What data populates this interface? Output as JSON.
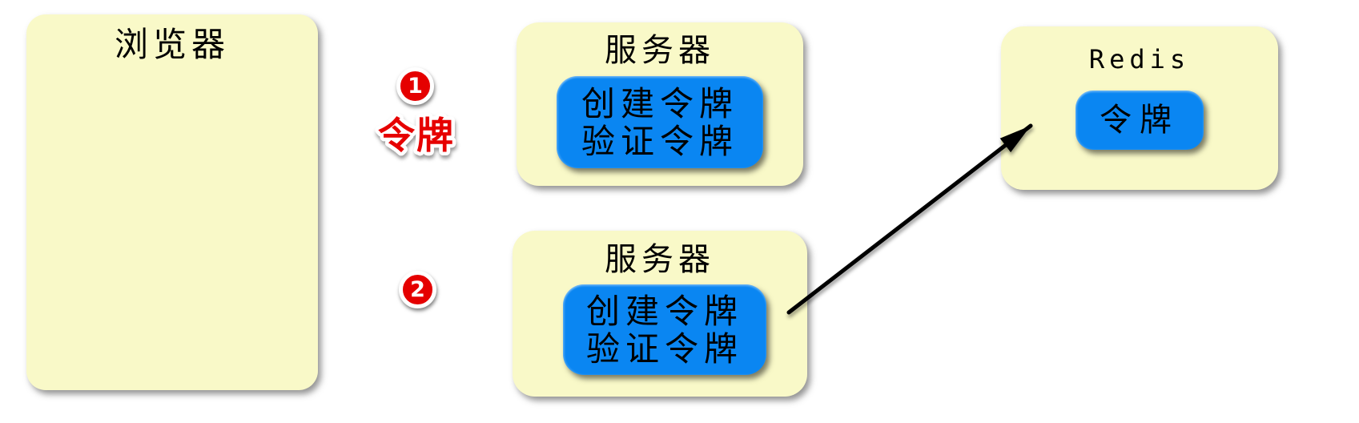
{
  "diagram": {
    "nodes": {
      "browser": {
        "title": "浏览器"
      },
      "server_top": {
        "title": "服务器",
        "actions": [
          "创建令牌",
          "验证令牌"
        ]
      },
      "server_bottom": {
        "title": "服务器",
        "actions": [
          "创建令牌",
          "验证令牌"
        ]
      },
      "redis": {
        "title": "Redis",
        "store_label": "令牌"
      }
    },
    "annotations": {
      "step1_badge": "1",
      "step2_badge": "2",
      "token_return_label": "令牌"
    },
    "edges": [
      {
        "from": "browser",
        "to": "server_top",
        "badge": "1"
      },
      {
        "from": "server_top",
        "to": "browser",
        "label": "令牌"
      },
      {
        "from": "server_top",
        "to": "redis"
      },
      {
        "from": "browser",
        "to": "server_bottom",
        "badge": "2"
      },
      {
        "from": "server_bottom",
        "to": "browser"
      },
      {
        "from": "server_bottom",
        "to": "redis"
      }
    ],
    "colors": {
      "background": "#ffffff",
      "node_fill": "#f9f9c8",
      "inner_node_fill": "#0a86f2",
      "arrow": "#000000",
      "badge_fill": "#e50000",
      "token_label": "#e60000",
      "text": "#000000"
    }
  }
}
